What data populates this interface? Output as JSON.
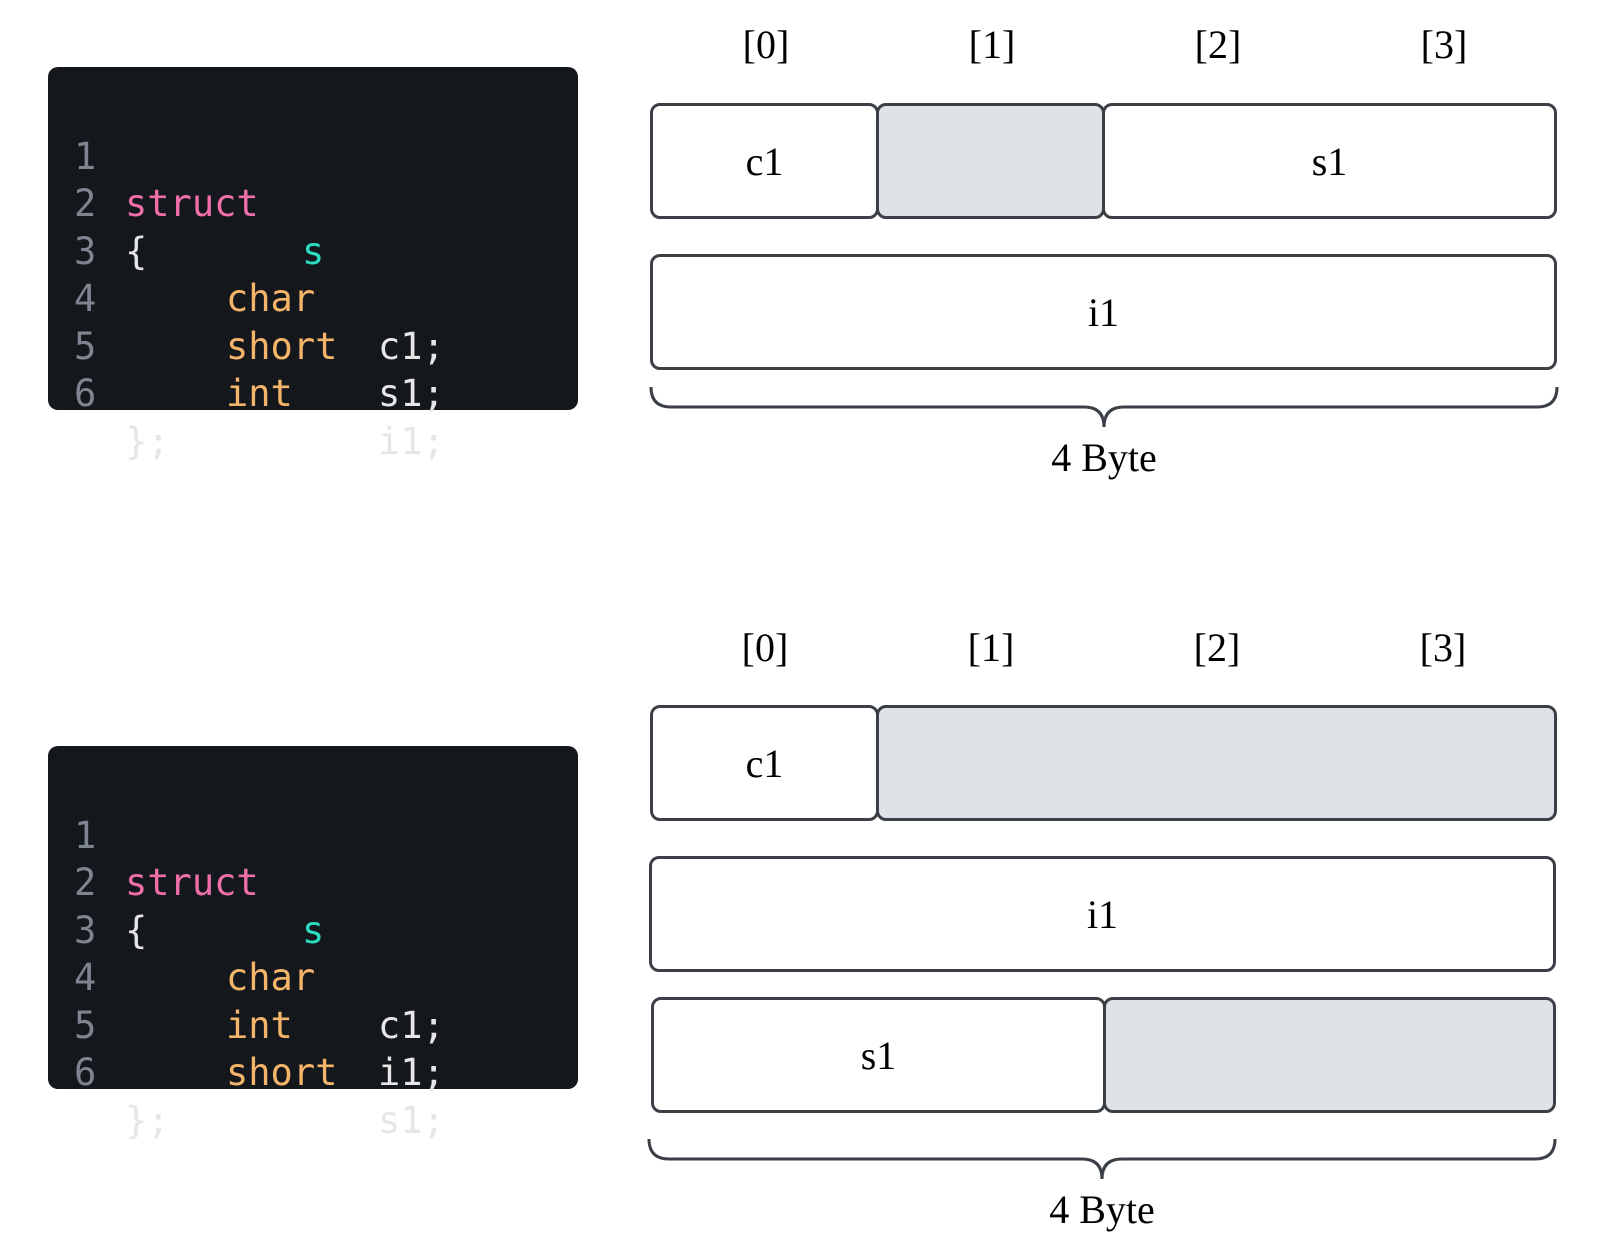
{
  "panels": [
    {
      "code": {
        "lines": [
          {
            "num": "1",
            "keyword": "struct",
            "name": "s"
          },
          {
            "num": "2",
            "text": "{"
          },
          {
            "num": "3",
            "type": "char",
            "var": "c1;"
          },
          {
            "num": "4",
            "type": "short",
            "var": "s1;"
          },
          {
            "num": "5",
            "type": "int",
            "var": "i1;"
          },
          {
            "num": "6",
            "text": "};"
          }
        ]
      },
      "indices": [
        "[0]",
        "[1]",
        "[2]",
        "[3]"
      ],
      "rows": [
        [
          {
            "label": "c1",
            "padding": false
          },
          {
            "label": "",
            "padding": true
          },
          {
            "label": "s1",
            "padding": false
          }
        ],
        [
          {
            "label": "i1",
            "padding": false
          }
        ]
      ],
      "brace_label": "4 Byte"
    },
    {
      "code": {
        "lines": [
          {
            "num": "1",
            "keyword": "struct",
            "name": "s"
          },
          {
            "num": "2",
            "text": "{"
          },
          {
            "num": "3",
            "type": "char",
            "var": "c1;"
          },
          {
            "num": "4",
            "type": "int",
            "var": "i1;"
          },
          {
            "num": "5",
            "type": "short",
            "var": "s1;"
          },
          {
            "num": "6",
            "text": "};"
          }
        ]
      },
      "indices": [
        "[0]",
        "[1]",
        "[2]",
        "[3]"
      ],
      "rows": [
        [
          {
            "label": "c1",
            "padding": false
          },
          {
            "label": "",
            "padding": true
          }
        ],
        [
          {
            "label": "i1",
            "padding": false
          }
        ],
        [
          {
            "label": "s1",
            "padding": false
          },
          {
            "label": "",
            "padding": true
          }
        ]
      ],
      "brace_label": "4 Byte"
    }
  ],
  "colors": {
    "code_bg": "#14171b",
    "line_number": "#7d8590",
    "keyword": "#f06fa9",
    "struct_name": "#2bdcc0",
    "type": "#f4b469",
    "text": "#e6e6e6",
    "cell_border": "#3b3f46",
    "padding_fill": "#dfe2e6"
  }
}
